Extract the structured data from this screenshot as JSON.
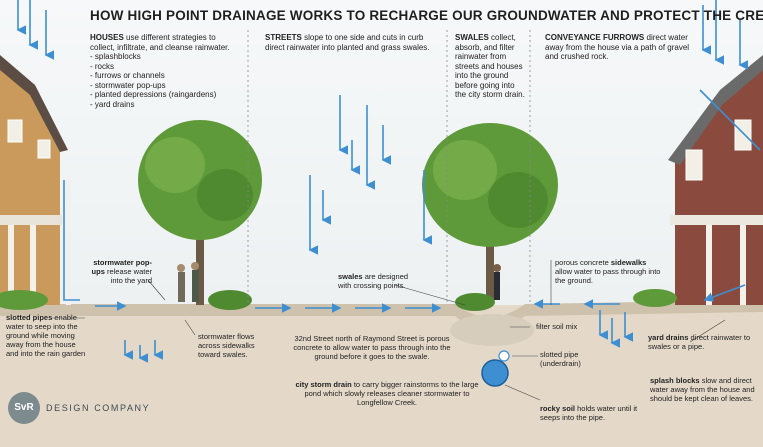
{
  "title": "HOW HIGH POINT DRAINAGE WORKS TO RECHARGE OUR GROUNDWATER AND PROTECT THE CREEK",
  "houses": {
    "heading": "HOUSES",
    "text": " use different strategies to collect, infiltrate, and cleanse rainwater.",
    "items": [
      "- splashblocks",
      "- rocks",
      "- furrows or channels",
      "- stormwater pop-ups",
      "- planted depressions (raingardens)",
      "- yard drains"
    ]
  },
  "streets": {
    "heading": "STREETS",
    "text": " slope to one side and cuts in curb direct rainwater into planted and grass swales."
  },
  "swales": {
    "heading": "SWALES",
    "text": " collect, absorb, and filter rainwater from streets and houses into the ground before going into the city storm drain."
  },
  "furrows": {
    "heading": "CONVEYANCE FURROWS",
    "text": " direct water away from the house via a path of gravel and crushed rock."
  },
  "labels": {
    "popups_bold": "stormwater pop-ups",
    "popups_text": " release water into the yard",
    "slotted_bold": "slotted pipes",
    "slotted_text": " enable water to seep into the ground while moving away from the house and into the rain garden",
    "flows": "stormwater flows across sidewalks toward swales.",
    "swales_design_bold": "swales",
    "swales_design_text": " are designed with crossing points.",
    "street32": "32nd Street north of Raymond Street is porous concrete to allow water to pass through into the ground before it goes to the swale.",
    "storm_drain_bold": "city storm drain",
    "storm_drain_text": "  to carry bigger rainstorms to the large pond which slowly releases cleaner stormwater to Longfellow Creek.",
    "porous_text_a": "porous concrete ",
    "porous_bold": "sidewalks",
    "porous_text_b": " allow water to pass through into the ground.",
    "filter": "filter soil mix",
    "slotted_pipe": "slotted pipe (underdrain)",
    "rocky_bold": "rocky soil",
    "rocky_text": " holds water until it seeps into the pipe.",
    "yard_bold": "yard drains",
    "yard_text": " direct rainwater to swales or a pipe.",
    "splash_bold": "splash blocks",
    "splash_text": " slow and direct water away from the house and should be kept clean of leaves."
  },
  "logo": {
    "mark": "SvR",
    "company": "DESIGN COMPANY"
  },
  "colors": {
    "water": "#3d8fd1",
    "soil": "#d8c8b2",
    "tree": "#5f9a3a",
    "house_left": "#c99a5c",
    "house_right": "#8a4a3e"
  }
}
